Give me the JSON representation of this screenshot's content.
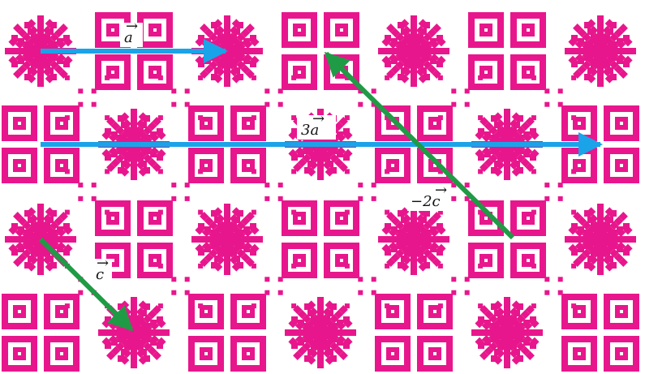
{
  "colors": {
    "background": "#ffffff",
    "pattern": "#e8168c",
    "vector_a": "#1aa3e8",
    "vector_c": "#1f9b45"
  },
  "pattern": {
    "motifs": [
      "star-flower",
      "four-square-block"
    ]
  },
  "vectors": [
    {
      "id": "a",
      "label": "a",
      "color_key": "vector_a"
    },
    {
      "id": "3a",
      "label": "3a",
      "color_key": "vector_a"
    },
    {
      "id": "c",
      "label": "c",
      "color_key": "vector_c"
    },
    {
      "id": "-2c",
      "label": "−2c",
      "color_key": "vector_c"
    }
  ]
}
